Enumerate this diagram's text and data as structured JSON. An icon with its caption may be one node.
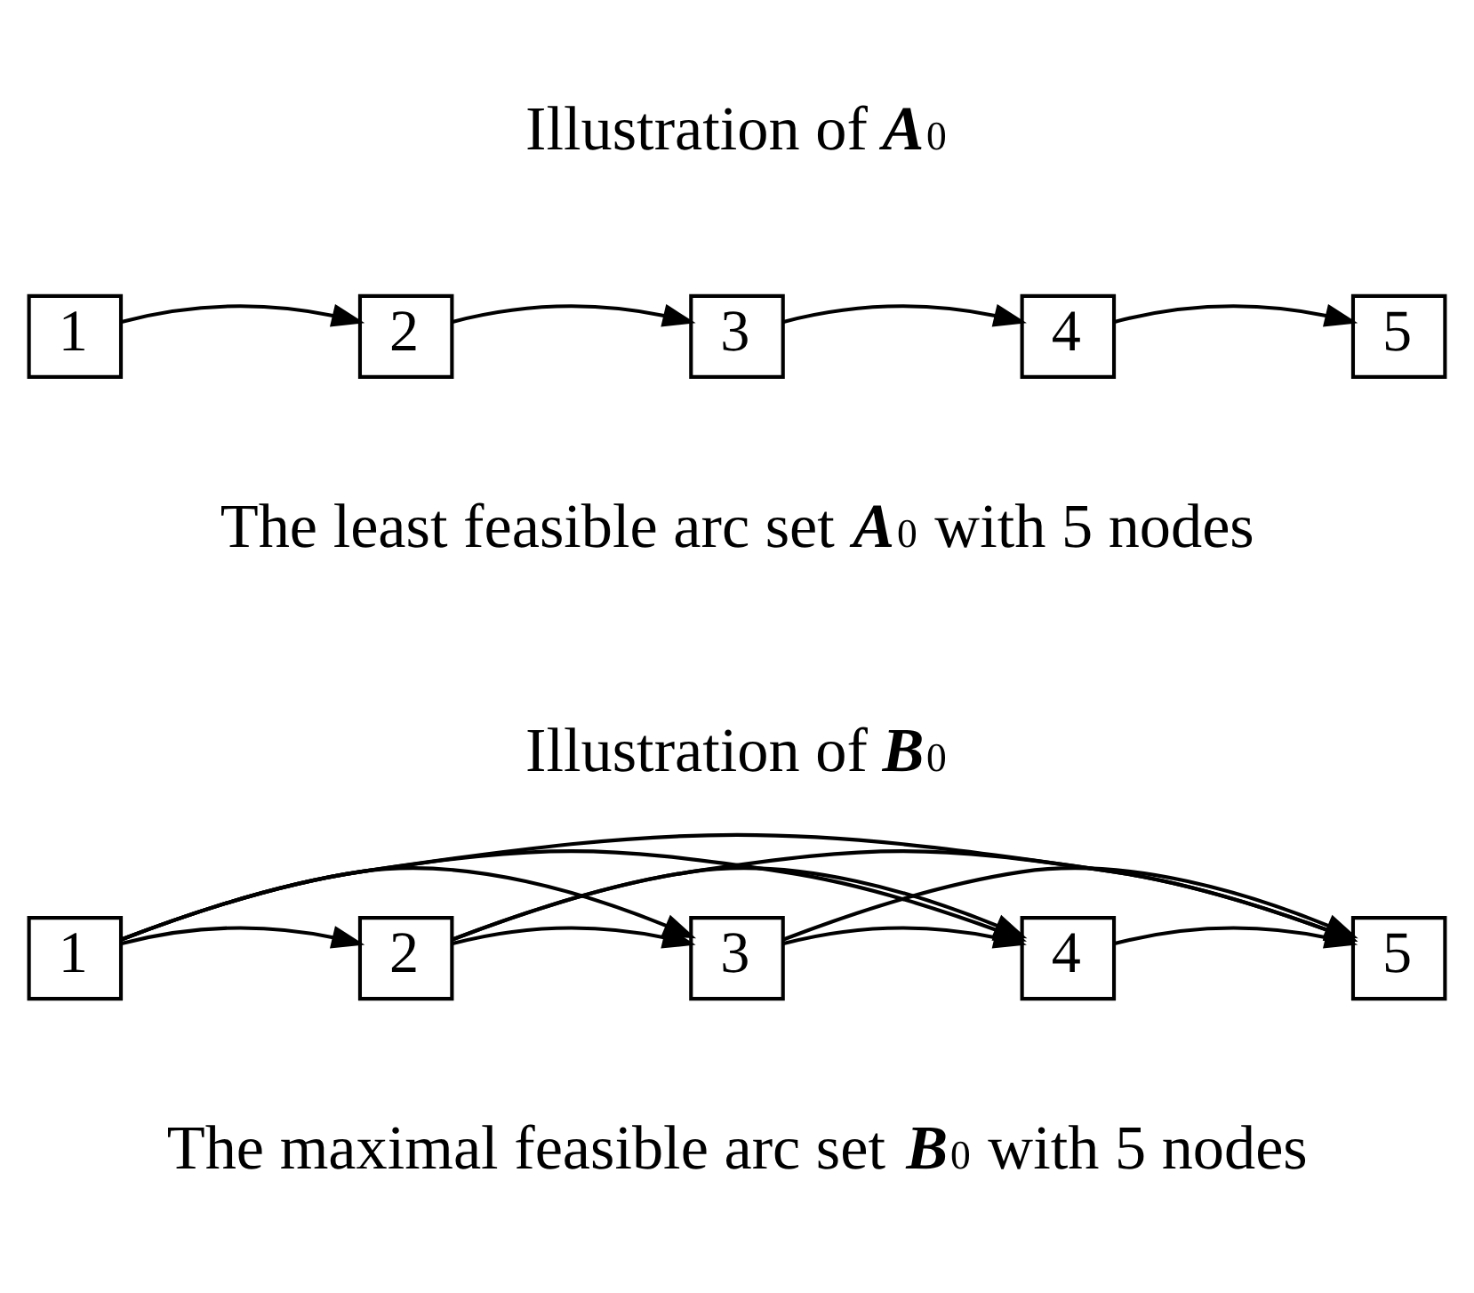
{
  "diagram": {
    "nodes": [
      {
        "text": [
          "1"
        ]
      },
      {
        "text": [
          "2"
        ]
      },
      {
        "text": [
          "3"
        ]
      },
      {
        "text": [
          "4"
        ]
      },
      {
        "text": [
          "5"
        ]
      },
      {
        "text": [
          "1"
        ]
      },
      {
        "text": [
          "2"
        ]
      },
      {
        "text": [
          "3"
        ]
      },
      {
        "text": [
          "4"
        ]
      },
      {
        "text": [
          "5"
        ]
      }
    ],
    "edges": [
      {
        "from": 0,
        "to": 1,
        "arrow": "to"
      },
      {
        "from": 1,
        "to": 2,
        "arrow": "to"
      },
      {
        "from": 2,
        "to": 3,
        "arrow": "to"
      },
      {
        "from": 3,
        "to": 4,
        "arrow": "to"
      },
      {
        "from": 5,
        "to": 6,
        "arrow": "to"
      },
      {
        "from": 5,
        "to": 7,
        "arrow": "to"
      },
      {
        "from": 5,
        "to": 8,
        "arrow": "to"
      },
      {
        "from": 5,
        "to": 9,
        "arrow": "to"
      },
      {
        "from": 6,
        "to": 7,
        "arrow": "to"
      },
      {
        "from": 6,
        "to": 8,
        "arrow": "to"
      },
      {
        "from": 6,
        "to": 9,
        "arrow": "to"
      },
      {
        "from": 7,
        "to": 8,
        "arrow": "to"
      },
      {
        "from": 7,
        "to": 9,
        "arrow": "to"
      },
      {
        "from": 8,
        "to": 9,
        "arrow": "to"
      }
    ],
    "labels": [
      "Illustration of **A**$_{0}$",
      "The least feasible arc set **A**$_{0}$ with 5 nodes",
      "Illustration of **B**$_{0}$",
      "The maximal feasible arc set **B**$_{0}$ with 5 nodes"
    ]
  }
}
